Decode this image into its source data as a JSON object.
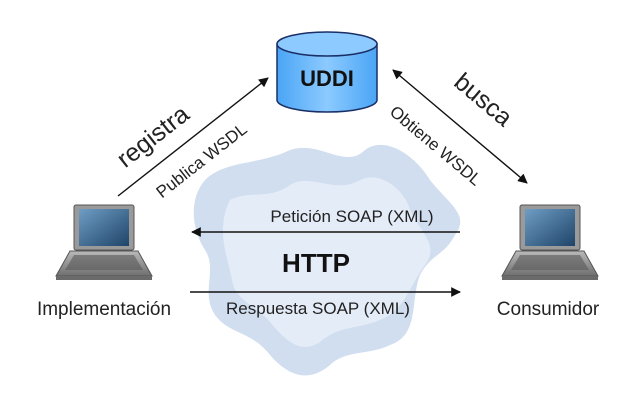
{
  "nodes": {
    "registry": {
      "label": "UDDI",
      "icon": "database-icon"
    },
    "provider": {
      "label": "Implementación",
      "icon": "laptop-icon"
    },
    "consumer": {
      "label": "Consumidor",
      "icon": "laptop-icon"
    }
  },
  "edges": {
    "register": {
      "top_label": "registra",
      "bottom_label": "Publica WSDL"
    },
    "lookup": {
      "top_label": "busca",
      "bottom_label": "Obtiene WSDL"
    },
    "request": {
      "label": "Petición SOAP (XML)"
    },
    "response": {
      "label": "Respuesta SOAP (XML)"
    }
  },
  "transport": {
    "label": "HTTP",
    "icon": "cloud-icon"
  },
  "colors": {
    "database_fill": "#66b7ff",
    "database_stroke": "#1a2f66",
    "cloud_fill": "#cfdcef",
    "arrow": "#111111",
    "laptop_body": "#8a8a8a",
    "laptop_screen": "#2c5c86"
  }
}
